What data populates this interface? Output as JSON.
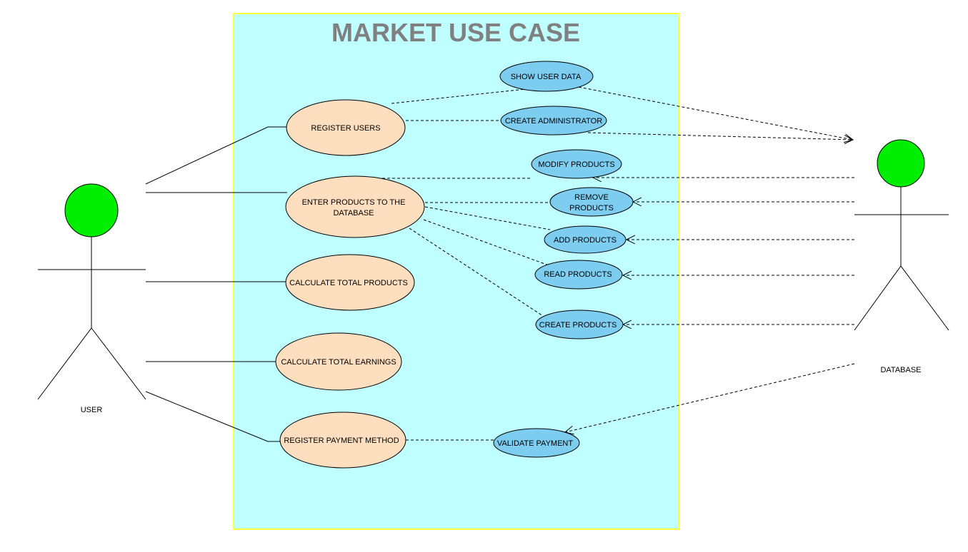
{
  "title": "MARKET USE CASE",
  "colors": {
    "system_fill": "#c0ffff",
    "system_border": "#ffff40",
    "actor_head": "#00ee00",
    "primary_usecase_fill": "#fddfbf",
    "secondary_usecase_fill": "#7ccdf0",
    "title": "#808080"
  },
  "actors": {
    "user": {
      "label": "USER"
    },
    "database": {
      "label": "DATABASE"
    }
  },
  "use_cases": {
    "register_users": [
      "REGISTER USERS"
    ],
    "enter_products": [
      "ENTER PRODUCTS TO THE",
      "DATABASE"
    ],
    "calculate_total_products": [
      "CALCULATE TOTAL PRODUCTS"
    ],
    "calculate_total_earnings": [
      "CALCULATE TOTAL EARNINGS"
    ],
    "register_payment_method": [
      "REGISTER PAYMENT METHOD"
    ],
    "show_user_data": [
      "SHOW USER DATA"
    ],
    "create_administrator": [
      "CREATE ADMINISTRATOR"
    ],
    "modify_products": [
      "MODIFY PRODUCTS"
    ],
    "remove_products": [
      "REMOVE",
      "PRODUCTS"
    ],
    "add_products": [
      "ADD PRODUCTS"
    ],
    "read_products": [
      "READ PRODUCTS"
    ],
    "create_products": [
      "CREATE PRODUCTS"
    ],
    "validate_payment": [
      "VALIDATE PAYMENT"
    ]
  }
}
